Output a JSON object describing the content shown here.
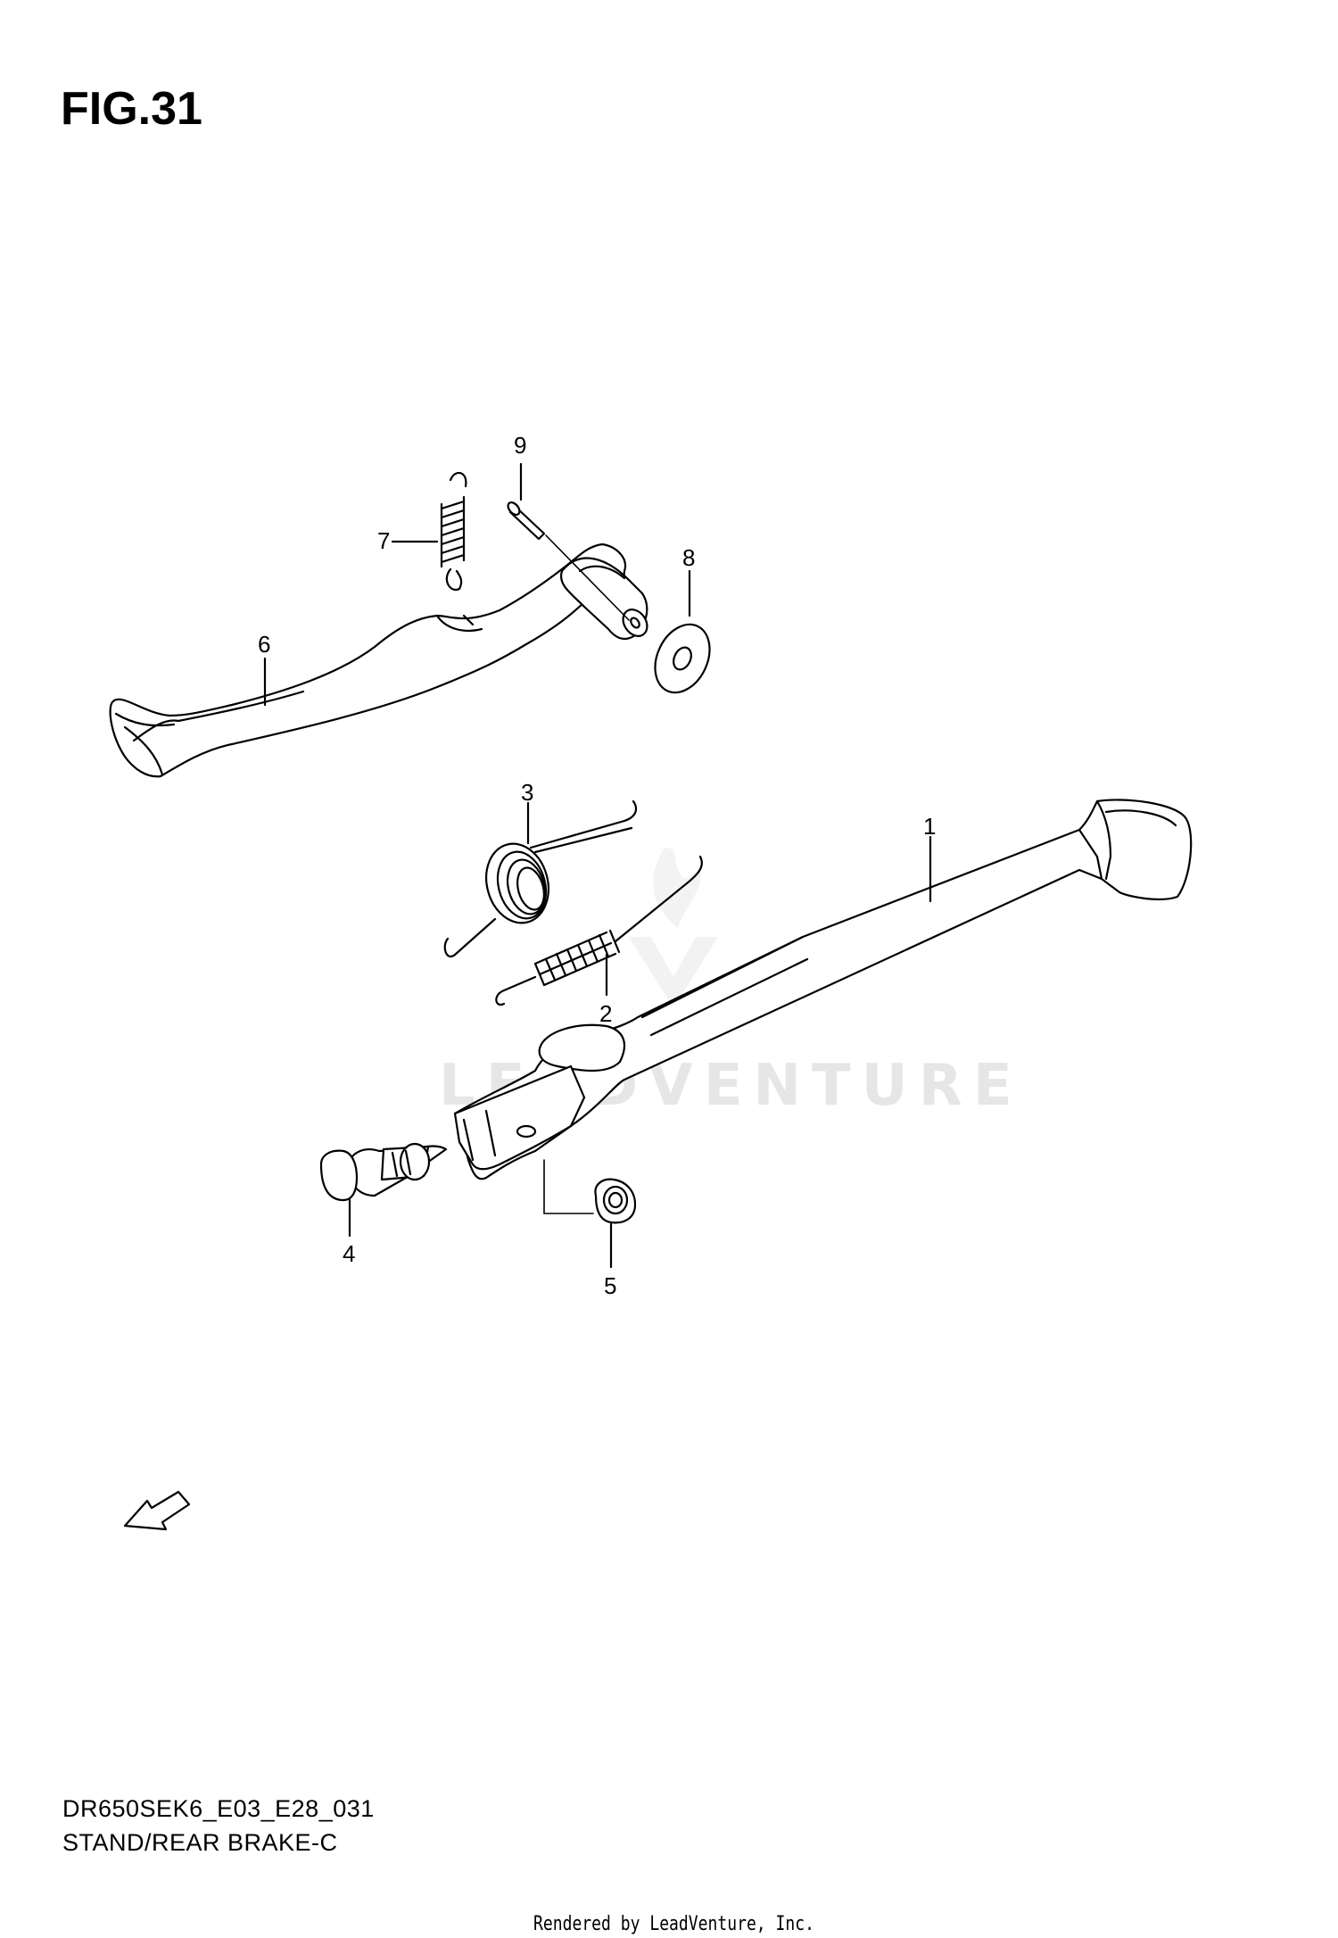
{
  "figure": {
    "title": "FIG.31"
  },
  "watermark": {
    "text": "LEADVENTURE"
  },
  "callouts": [
    {
      "id": "callout-1",
      "label": "1"
    },
    {
      "id": "callout-2",
      "label": "2"
    },
    {
      "id": "callout-3",
      "label": "3"
    },
    {
      "id": "callout-4",
      "label": "4"
    },
    {
      "id": "callout-5",
      "label": "5"
    },
    {
      "id": "callout-6",
      "label": "6"
    },
    {
      "id": "callout-7",
      "label": "7"
    },
    {
      "id": "callout-8",
      "label": "8"
    },
    {
      "id": "callout-9",
      "label": "9"
    }
  ],
  "fwd_arrow": {
    "label": "FWD"
  },
  "footer": {
    "code": "DR650SEK6_E03_E28_031",
    "name": "STAND/REAR BRAKE-C",
    "rendered_by": "Rendered by LeadVenture, Inc."
  }
}
